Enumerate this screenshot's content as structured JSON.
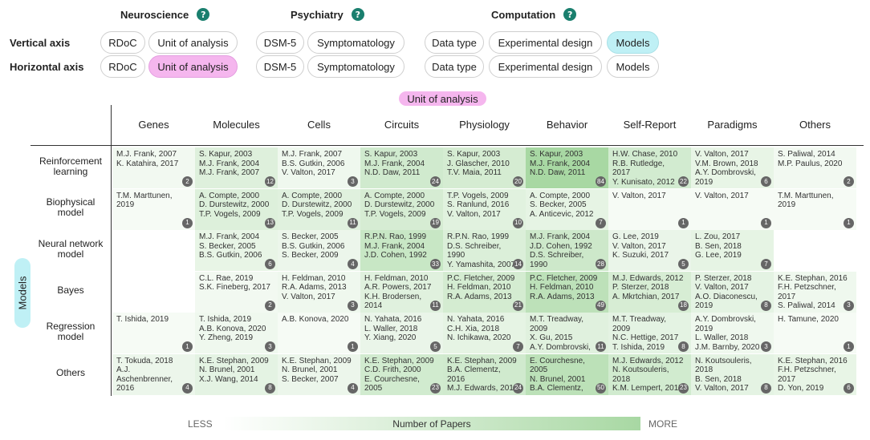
{
  "filters": {
    "domains": [
      {
        "title": "Neuroscience",
        "help": "?"
      },
      {
        "title": "Psychiatry",
        "help": "?"
      },
      {
        "title": "Computation",
        "help": "?"
      }
    ],
    "vertical_axis": {
      "label": "Vertical axis",
      "options": [
        "RDoC",
        "Unit of analysis",
        "DSM-5",
        "Symptomatology",
        "Data type",
        "Experimental design",
        "Models"
      ],
      "selected": "Models"
    },
    "horizontal_axis": {
      "label": "Horizontal axis",
      "options": [
        "RDoC",
        "Unit of analysis",
        "DSM-5",
        "Symptomatology",
        "Data type",
        "Experimental design",
        "Models"
      ],
      "selected": "Unit of analysis"
    }
  },
  "colors": {
    "pink_selected": "#f5b6ee",
    "cyan_selected": "#bff0f5",
    "help_teal": "#1a7f6e",
    "heat_max": "#a8d8a3"
  },
  "matrix": {
    "horizontal_caption": "Unit of analysis",
    "vertical_caption": "Models",
    "columns": [
      "Genes",
      "Molecules",
      "Cells",
      "Circuits",
      "Physiology",
      "Behavior",
      "Self-Report",
      "Paradigms",
      "Others"
    ],
    "rows": [
      {
        "label": "Reinforcement learning",
        "cells": [
          {
            "refs": [
              "M.J. Frank, 2007",
              "K. Katahira, 2017"
            ],
            "count": "2"
          },
          {
            "refs": [
              "S. Kapur, 2003",
              "M.J. Frank, 2004",
              "M.J. Frank, 2007"
            ],
            "count": "12"
          },
          {
            "refs": [
              "M.J. Frank, 2007",
              "B.S. Gutkin, 2006",
              "V. Valton, 2017"
            ],
            "count": "3"
          },
          {
            "refs": [
              "S. Kapur, 2003",
              "M.J. Frank, 2004",
              "N.D. Daw, 2011"
            ],
            "count": "24"
          },
          {
            "refs": [
              "S. Kapur, 2003",
              "J. Glascher, 2010",
              "T.V. Maia, 2011"
            ],
            "count": "20"
          },
          {
            "refs": [
              "S. Kapur, 2003",
              "M.J. Frank, 2004",
              "N.D. Daw, 2011"
            ],
            "count": "84"
          },
          {
            "refs": [
              "H.W. Chase, 2010",
              "R.B. Rutledge,",
              "2017",
              "Y. Kunisato, 2012"
            ],
            "count": "22"
          },
          {
            "refs": [
              "V. Valton, 2017",
              "V.M. Brown, 2018",
              "A.Y. Dombrovski,",
              "2019"
            ],
            "count": "6"
          },
          {
            "refs": [
              "S. Paliwal, 2014",
              "M.P. Paulus, 2020"
            ],
            "count": "2"
          }
        ]
      },
      {
        "label": "Biophysical model",
        "cells": [
          {
            "refs": [
              "T.M. Marttunen,",
              "2019"
            ],
            "count": "1"
          },
          {
            "refs": [
              "A. Compte, 2000",
              "D. Durstewitz, 2000",
              "T.P. Vogels, 2009"
            ],
            "count": "13"
          },
          {
            "refs": [
              "A. Compte, 2000",
              "D. Durstewitz, 2000",
              "T.P. Vogels, 2009"
            ],
            "count": "11"
          },
          {
            "refs": [
              "A. Compte, 2000",
              "D. Durstewitz, 2000",
              "T.P. Vogels, 2009"
            ],
            "count": "19"
          },
          {
            "refs": [
              "T.P. Vogels, 2009",
              "S. Ranlund, 2016",
              "V. Valton, 2017"
            ],
            "count": "10"
          },
          {
            "refs": [
              "A. Compte, 2000",
              "S. Becker, 2005",
              "A. Anticevic, 2012"
            ],
            "count": "7"
          },
          {
            "refs": [
              "V. Valton, 2017"
            ],
            "count": "1"
          },
          {
            "refs": [
              "V. Valton, 2017"
            ],
            "count": "1"
          },
          {
            "refs": [
              "T.M. Marttunen,",
              "2019"
            ],
            "count": "1"
          }
        ]
      },
      {
        "label": "Neural network model",
        "cells": [
          {
            "refs": [],
            "count": ""
          },
          {
            "refs": [
              "M.J. Frank, 2004",
              "S. Becker, 2005",
              "B.S. Gutkin, 2006"
            ],
            "count": "6"
          },
          {
            "refs": [
              "S. Becker, 2005",
              "B.S. Gutkin, 2006",
              "S. Becker, 2009"
            ],
            "count": "4"
          },
          {
            "refs": [
              "R.P.N. Rao, 1999",
              "M.J. Frank, 2004",
              "J.D. Cohen, 1992"
            ],
            "count": "33"
          },
          {
            "refs": [
              "R.P.N. Rao, 1999",
              "D.S. Schreiber,",
              "1990",
              "Y. Yamashita, 2007"
            ],
            "count": "14"
          },
          {
            "refs": [
              "M.J. Frank, 2004",
              "J.D. Cohen, 1992",
              "D.S. Schreiber,",
              "1990"
            ],
            "count": "28"
          },
          {
            "refs": [
              "G. Lee, 2019",
              "V. Valton, 2017",
              "K. Suzuki, 2017"
            ],
            "count": "5"
          },
          {
            "refs": [
              "L. Zou, 2017",
              "B. Sen, 2018",
              "G. Lee, 2019"
            ],
            "count": "7"
          },
          {
            "refs": [],
            "count": ""
          }
        ]
      },
      {
        "label": "Bayes",
        "cells": [
          {
            "refs": [],
            "count": ""
          },
          {
            "refs": [
              "C.L. Rae, 2019",
              "S.K. Fineberg, 2017"
            ],
            "count": "2"
          },
          {
            "refs": [
              "H. Feldman, 2010",
              "R.A. Adams, 2013",
              "V. Valton, 2017"
            ],
            "count": "3"
          },
          {
            "refs": [
              "H. Feldman, 2010",
              "A.R. Powers, 2017",
              "K.H. Brodersen,",
              "2014"
            ],
            "count": "11"
          },
          {
            "refs": [
              "P.C. Fletcher, 2009",
              "H. Feldman, 2010",
              "R.A. Adams, 2013"
            ],
            "count": "21"
          },
          {
            "refs": [
              "P.C. Fletcher, 2009",
              "H. Feldman, 2010",
              "R.A. Adams, 2013"
            ],
            "count": "49"
          },
          {
            "refs": [
              "M.J. Edwards, 2012",
              "P. Sterzer, 2018",
              "A. Mkrtchian, 2017"
            ],
            "count": "18"
          },
          {
            "refs": [
              "P. Sterzer, 2018",
              "V. Valton, 2017",
              "A.O. Diaconescu,",
              "2019"
            ],
            "count": "8"
          },
          {
            "refs": [
              "K.E. Stephan, 2016",
              "F.H. Petzschner,",
              "2017",
              "S. Paliwal, 2014"
            ],
            "count": "3"
          }
        ]
      },
      {
        "label": "Regression model",
        "cells": [
          {
            "refs": [
              "T. Ishida, 2019"
            ],
            "count": "1"
          },
          {
            "refs": [
              "T. Ishida, 2019",
              "A.B. Konova, 2020",
              "Y. Zheng, 2019"
            ],
            "count": "3"
          },
          {
            "refs": [
              "A.B. Konova, 2020"
            ],
            "count": "1"
          },
          {
            "refs": [
              "N. Yahata, 2016",
              "L. Waller, 2018",
              "Y. Xiang, 2020"
            ],
            "count": "5"
          },
          {
            "refs": [
              "N. Yahata, 2016",
              "C.H. Xia, 2018",
              "N. Ichikawa, 2020"
            ],
            "count": "7"
          },
          {
            "refs": [
              "M.T. Treadway,",
              "2009",
              "X. Gu, 2015",
              "A.Y. Dombrovski,"
            ],
            "count": "11"
          },
          {
            "refs": [
              "M.T. Treadway,",
              "2009",
              "N.C. Hettige, 2017",
              "T. Ishida, 2019"
            ],
            "count": "8"
          },
          {
            "refs": [
              "A.Y. Dombrovski,",
              "2019",
              "L. Waller, 2018",
              "J.M. Barnby, 2020"
            ],
            "count": "3"
          },
          {
            "refs": [
              "H. Tamune, 2020"
            ],
            "count": "1"
          }
        ]
      },
      {
        "label": "Others",
        "cells": [
          {
            "refs": [
              "T. Tokuda, 2018",
              "A.J.",
              "Aschenbrenner,",
              "2016"
            ],
            "count": "4"
          },
          {
            "refs": [
              "K.E. Stephan, 2009",
              "N. Brunel, 2001",
              "X.J. Wang, 2014"
            ],
            "count": "8"
          },
          {
            "refs": [
              "K.E. Stephan, 2009",
              "N. Brunel, 2001",
              "S. Becker, 2007"
            ],
            "count": "4"
          },
          {
            "refs": [
              "K.E. Stephan, 2009",
              "C.D. Frith, 2000",
              "E. Courchesne,",
              "2005"
            ],
            "count": "23"
          },
          {
            "refs": [
              "K.E. Stephan, 2009",
              "B.A. Clementz,",
              "2016",
              "M.J. Edwards, 2012"
            ],
            "count": "24"
          },
          {
            "refs": [
              "E. Courchesne,",
              "2005",
              "N. Brunel, 2001",
              "B.A. Clementz,"
            ],
            "count": "50"
          },
          {
            "refs": [
              "M.J. Edwards, 2012",
              "N. Koutsouleris,",
              "2018",
              "K.M. Lempert, 2017"
            ],
            "count": "23"
          },
          {
            "refs": [
              "N. Koutsouleris,",
              "2018",
              "B. Sen, 2018",
              "V. Valton, 2017"
            ],
            "count": "8"
          },
          {
            "refs": [
              "K.E. Stephan, 2016",
              "F.H. Petzschner,",
              "2017",
              "D. Yon, 2019"
            ],
            "count": "6"
          }
        ]
      }
    ]
  },
  "legend": {
    "less": "LESS",
    "label": "Number of Papers",
    "more": "MORE"
  }
}
